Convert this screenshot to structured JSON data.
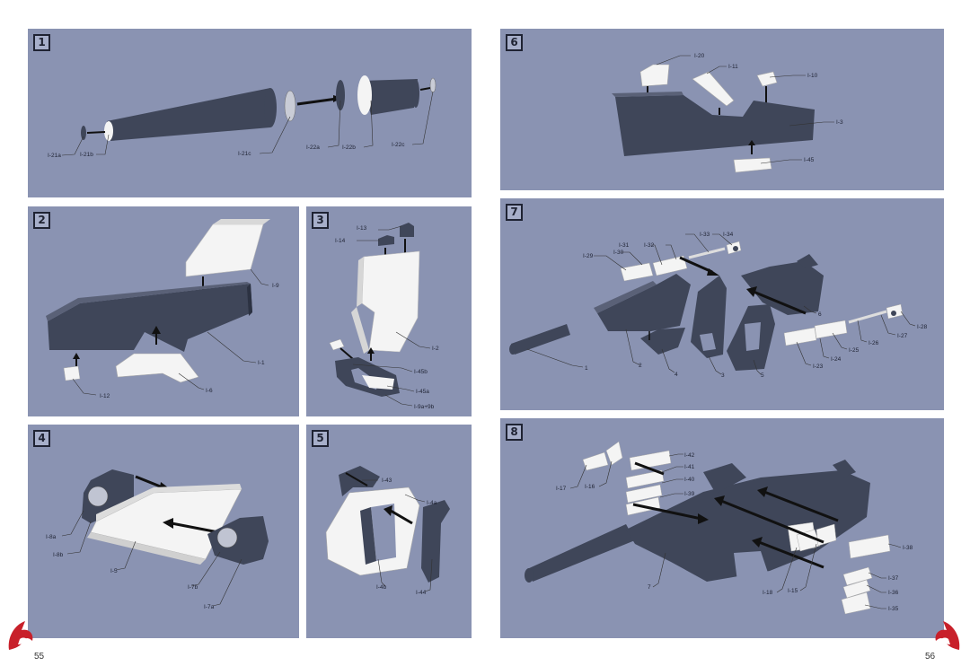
{
  "page_left": "55",
  "page_right": "56",
  "steps": [
    {
      "num": "1",
      "labels": [
        "I-21a",
        "I-21b",
        "I-21c",
        "I-22a",
        "I-22b",
        "I-22c"
      ]
    },
    {
      "num": "2",
      "labels": [
        "I-9",
        "I-1",
        "I-12",
        "I-6"
      ]
    },
    {
      "num": "3",
      "labels": [
        "I-13",
        "I-14",
        "I-2",
        "I-45b",
        "I-45a",
        "I-9a+9b"
      ]
    },
    {
      "num": "4",
      "labels": [
        "I-8a",
        "I-8b",
        "I-5",
        "I-7b",
        "I-7a"
      ]
    },
    {
      "num": "5",
      "labels": [
        "I-43",
        "I-4a",
        "I-4b",
        "I-44"
      ]
    },
    {
      "num": "6",
      "labels": [
        "I-20",
        "I-11",
        "I-10",
        "I-3",
        "I-45"
      ]
    },
    {
      "num": "7",
      "labels": [
        "I-33",
        "I-34",
        "I-31",
        "I-32",
        "I-30",
        "I-29",
        "6",
        "I-28",
        "I-27",
        "I-26",
        "I-25",
        "I-24",
        "I-23",
        "1",
        "2",
        "4",
        "3",
        "5"
      ]
    },
    {
      "num": "8",
      "labels": [
        "I-42",
        "I-41",
        "I-40",
        "I-39",
        "I-17",
        "I-16",
        "I-38",
        "I-37",
        "I-36",
        "I-35",
        "I-18",
        "I-15",
        "7"
      ]
    }
  ],
  "colors": {
    "panel": "#8a93b2",
    "part_dark": "#3f4659",
    "part_light": "#f4f4f4",
    "logo": "#c8202a"
  },
  "icons": [
    "unicorn-logo-icon",
    "unicorn-logo-icon"
  ]
}
